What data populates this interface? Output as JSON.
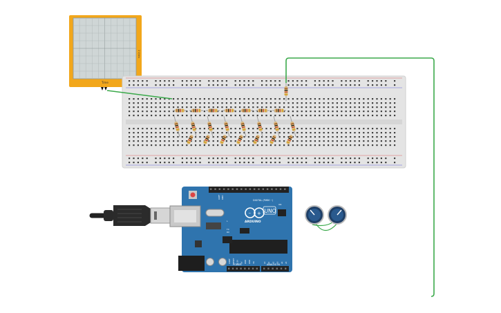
{
  "oscilloscope": {
    "y_label": "1 V/div",
    "x_label": "Time"
  },
  "arduino": {
    "logo_text": "ARDUINO",
    "uno_text": "UNO",
    "digital_label": "DIGITAL (PWM ~)",
    "power_label": "POWER",
    "analog_label": "ANALOG IN",
    "aref_label": "AREF",
    "gnd_label": "GND",
    "power_pins": [
      "IOREF",
      "RESET",
      "3.3V",
      "5V",
      "GND",
      "GND",
      "Vin"
    ],
    "analog_pins": [
      "A0",
      "A1",
      "A2",
      "A3",
      "A4",
      "A5"
    ],
    "tx_label": "TX",
    "rx_label": "RX",
    "l_label": "L",
    "on_label": "ON"
  },
  "colors": {
    "scope_frame": "#f2a71b",
    "scope_screen": "#cfd6d6",
    "breadboard": "#e4e4e4",
    "arduino_board": "#2f74ae",
    "wire_green": "#3aa94a"
  }
}
